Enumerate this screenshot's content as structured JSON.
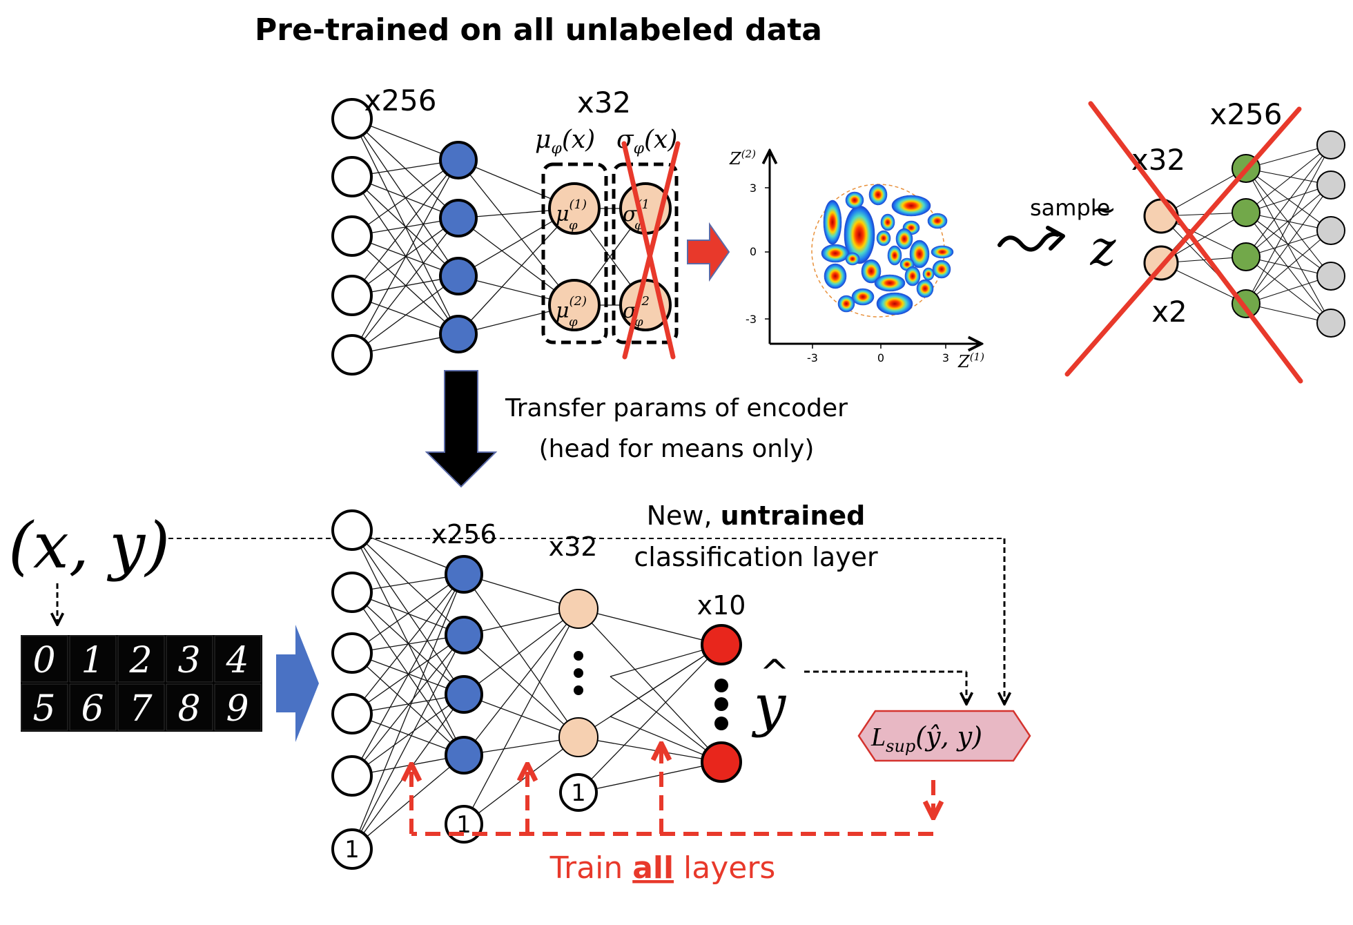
{
  "title": "Pre-trained on all unlabeled data",
  "encoder": {
    "hidden_label": "x256",
    "latent_label": "x32",
    "mu_label": "μ",
    "mu_sub": "φ",
    "mu_arg": "(x)",
    "sigma_label": "σ",
    "sigma_sub": "φ",
    "sigma_arg": "(x)",
    "mu1_sup": "(1)",
    "mu2_sup": "(2)",
    "sig1_sup": "(1",
    "sig2_sup": "(2"
  },
  "latent_plot": {
    "y_axis": "Z",
    "y_axis_sup": "(2)",
    "x_axis": "Z",
    "x_axis_sup": "(1)",
    "y_ticks": [
      "3",
      "0",
      "-3"
    ],
    "x_ticks": [
      "-3",
      "0",
      "3"
    ]
  },
  "decoder": {
    "sample_label": "sample",
    "z_label": "z",
    "z_tilde": "~",
    "latent_label": "x32",
    "latent_count_label": "x2",
    "output_label": "x256"
  },
  "transfer": {
    "line1": "Transfer params of encoder",
    "line2": "(head for means only)"
  },
  "classifier": {
    "xy_label": "(x, y)",
    "hidden_label": "x256",
    "latent_label": "x32",
    "new_label_prefix": "New, ",
    "new_label_bold": "untrained",
    "new_label_line2": "classification layer",
    "output_label": "x10",
    "bias_label": "1",
    "yhat_label": "y",
    "yhat_hat": "^",
    "loss_label": "L",
    "loss_sub": "sup",
    "loss_args": "(ŷ, y)",
    "digits_row1": [
      "0",
      "1",
      "2",
      "3",
      "4"
    ],
    "digits_row2": [
      "5",
      "6",
      "7",
      "8",
      "9"
    ]
  },
  "train_label_prefix": "Train ",
  "train_label_underlined": "all",
  "train_label_suffix": " layers",
  "colors": {
    "blue_node": "#4a72c4",
    "peach_node": "#f6d0b1",
    "green_node": "#72a84a",
    "gray_node": "#d0d0d0",
    "red_node": "#e8261c",
    "red_cross": "#e8392b",
    "arrow_blue": "#4a72c4",
    "loss_fill": "#e8b8c4",
    "loss_stroke": "#d4332e"
  }
}
